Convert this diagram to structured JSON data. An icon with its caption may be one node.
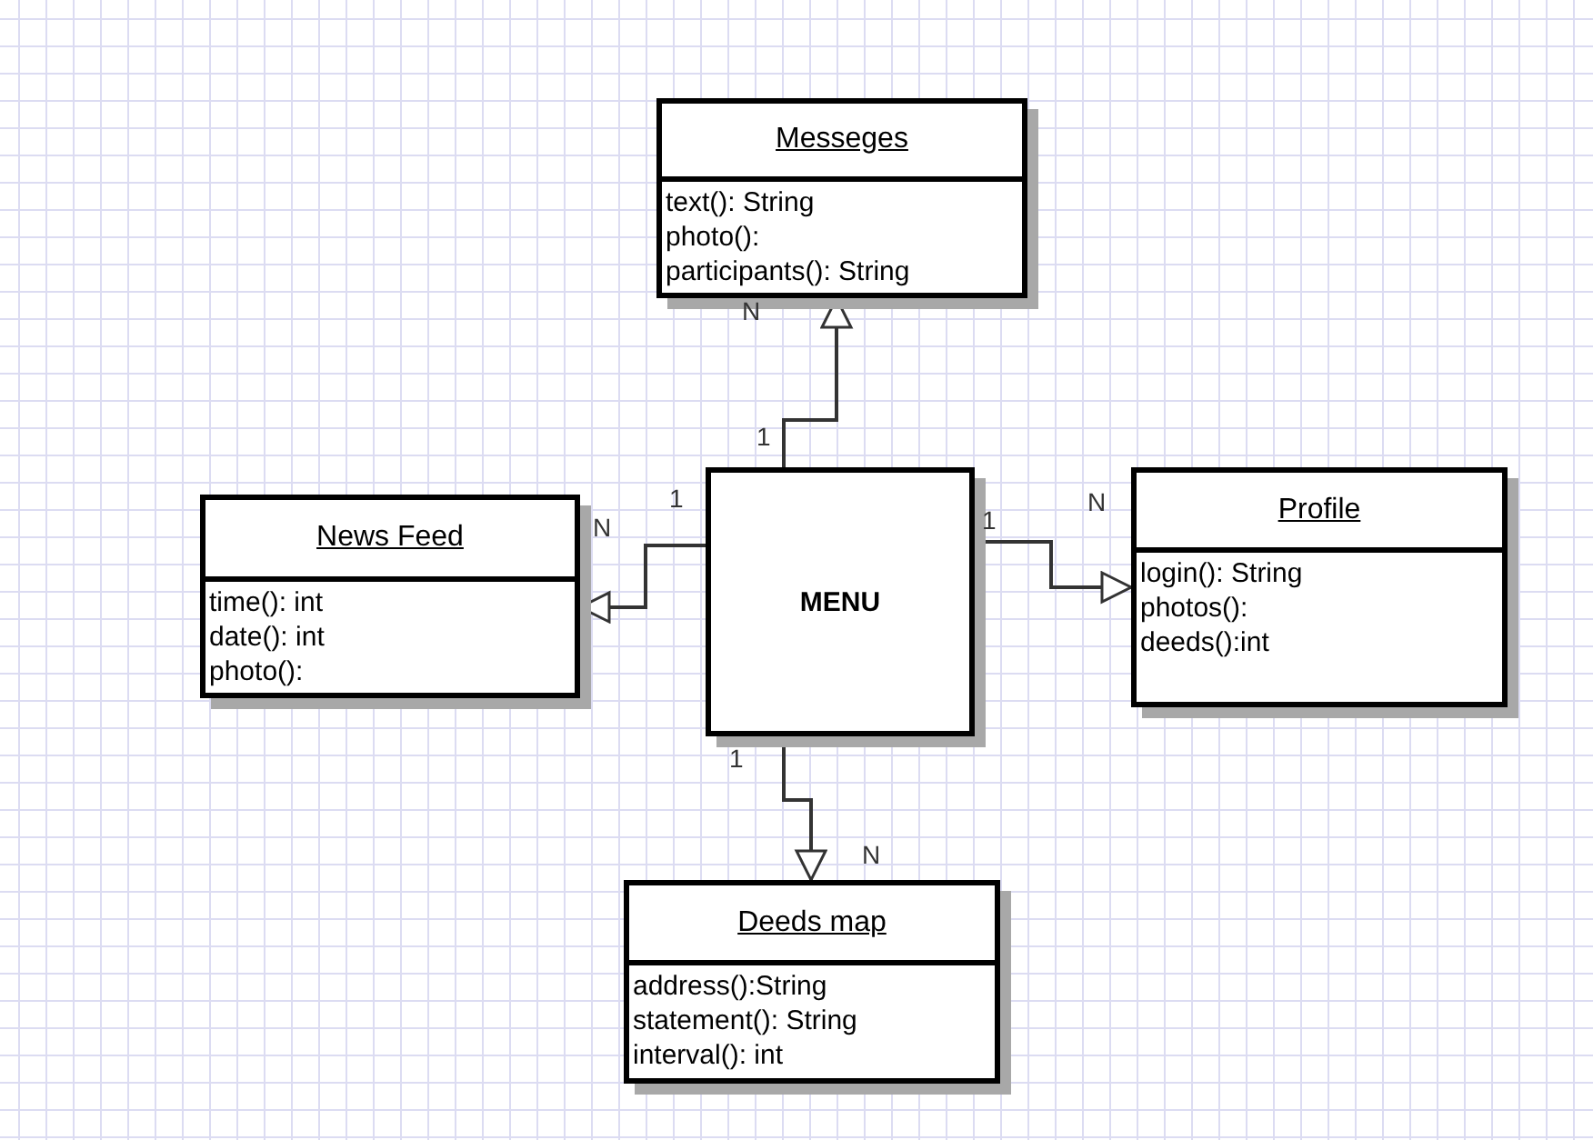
{
  "diagram": {
    "nodes": [
      {
        "text": [
          "Messeges",
          "text(): String",
          "photo():",
          "participants(): String"
        ]
      },
      {
        "text": [
          "News Feed",
          "time(): int",
          "date(): int",
          "photo():"
        ]
      },
      {
        "text": [
          "MENU"
        ]
      },
      {
        "text": [
          "Profile",
          "login(): String",
          "photos():",
          "deeds():int"
        ]
      },
      {
        "text": [
          "Deeds map",
          "address():String",
          "statement(): String",
          "interval(): int"
        ]
      }
    ],
    "edges": [
      {
        "from": 2,
        "to": 0,
        "arrow": "to"
      },
      {
        "from": 2,
        "to": 1,
        "arrow": "to"
      },
      {
        "from": 2,
        "to": 3,
        "arrow": "to"
      },
      {
        "from": 2,
        "to": 4,
        "arrow": "to"
      }
    ],
    "labels": [
      "N",
      "1",
      "1",
      "N",
      "1",
      "N",
      "1",
      "N"
    ]
  }
}
